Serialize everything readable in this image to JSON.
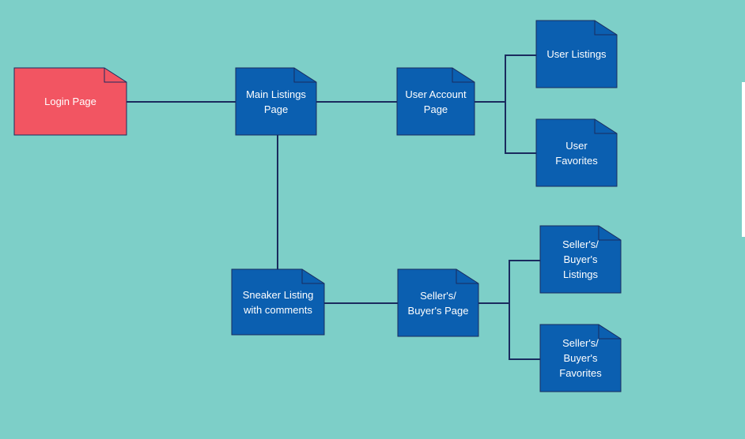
{
  "diagram": {
    "nodes": [
      {
        "id": "login",
        "label": "Login Page",
        "color": "#f25562"
      },
      {
        "id": "main",
        "label": "Main Listings Page",
        "color": "#0b5fb0"
      },
      {
        "id": "account",
        "label": "User Account Page",
        "color": "#0b5fb0"
      },
      {
        "id": "user_listings",
        "label": "User Listings",
        "color": "#0b5fb0"
      },
      {
        "id": "user_favorites",
        "label": "User Favorites",
        "color": "#0b5fb0"
      },
      {
        "id": "sneaker",
        "label": "Sneaker Listing with comments",
        "color": "#0b5fb0"
      },
      {
        "id": "seller_page",
        "label": "Seller's/ Buyer's Page",
        "color": "#0b5fb0"
      },
      {
        "id": "seller_listings",
        "label": "Seller's/ Buyer's Listings",
        "color": "#0b5fb0"
      },
      {
        "id": "seller_favorites",
        "label": "Seller's/ Buyer's Favorites",
        "color": "#0b5fb0"
      }
    ],
    "edges": [
      {
        "from": "login",
        "to": "main"
      },
      {
        "from": "main",
        "to": "account"
      },
      {
        "from": "main",
        "to": "sneaker"
      },
      {
        "from": "account",
        "to": "user_listings"
      },
      {
        "from": "account",
        "to": "user_favorites"
      },
      {
        "from": "sneaker",
        "to": "seller_page"
      },
      {
        "from": "seller_page",
        "to": "seller_listings"
      },
      {
        "from": "seller_page",
        "to": "seller_favorites"
      }
    ],
    "colors": {
      "background": "#7dcfc8",
      "line": "#1a2b5e",
      "node_border": "#1a2b5e"
    }
  }
}
